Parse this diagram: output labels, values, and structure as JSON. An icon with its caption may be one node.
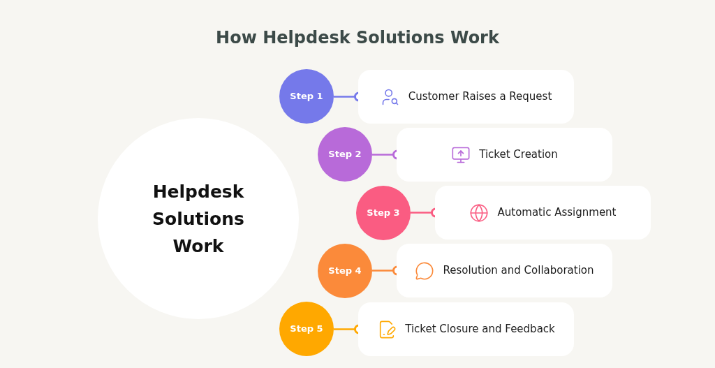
{
  "diagram": {
    "title": "How Helpdesk Solutions Work",
    "nodes": [
      {
        "text": [
          "Helpdesk Solutions Work"
        ]
      },
      {
        "text": [
          "Step 1"
        ]
      },
      {
        "text": [
          "Customer Raises a Request"
        ]
      },
      {
        "text": [
          "Step 2"
        ]
      },
      {
        "text": [
          "Ticket Creation"
        ]
      },
      {
        "text": [
          "Step 3"
        ]
      },
      {
        "text": [
          "Automatic Assignment"
        ]
      },
      {
        "text": [
          "Step 4"
        ]
      },
      {
        "text": [
          "Resolution and Collaboration"
        ]
      },
      {
        "text": [
          "Step 5"
        ]
      },
      {
        "text": [
          "Ticket Closure and Feedback"
        ]
      }
    ],
    "edges": [
      {
        "from": 1,
        "to": 2,
        "arrow": "other",
        "color": "#7579ea"
      },
      {
        "from": 3,
        "to": 4,
        "arrow": "other",
        "color": "#b86ad9"
      },
      {
        "from": 5,
        "to": 6,
        "arrow": "other",
        "color": "#fa5c82"
      },
      {
        "from": 7,
        "to": 8,
        "arrow": "other",
        "color": "#fb8a3a"
      },
      {
        "from": 9,
        "to": 10,
        "arrow": "other",
        "color": "#ffa800"
      }
    ]
  }
}
